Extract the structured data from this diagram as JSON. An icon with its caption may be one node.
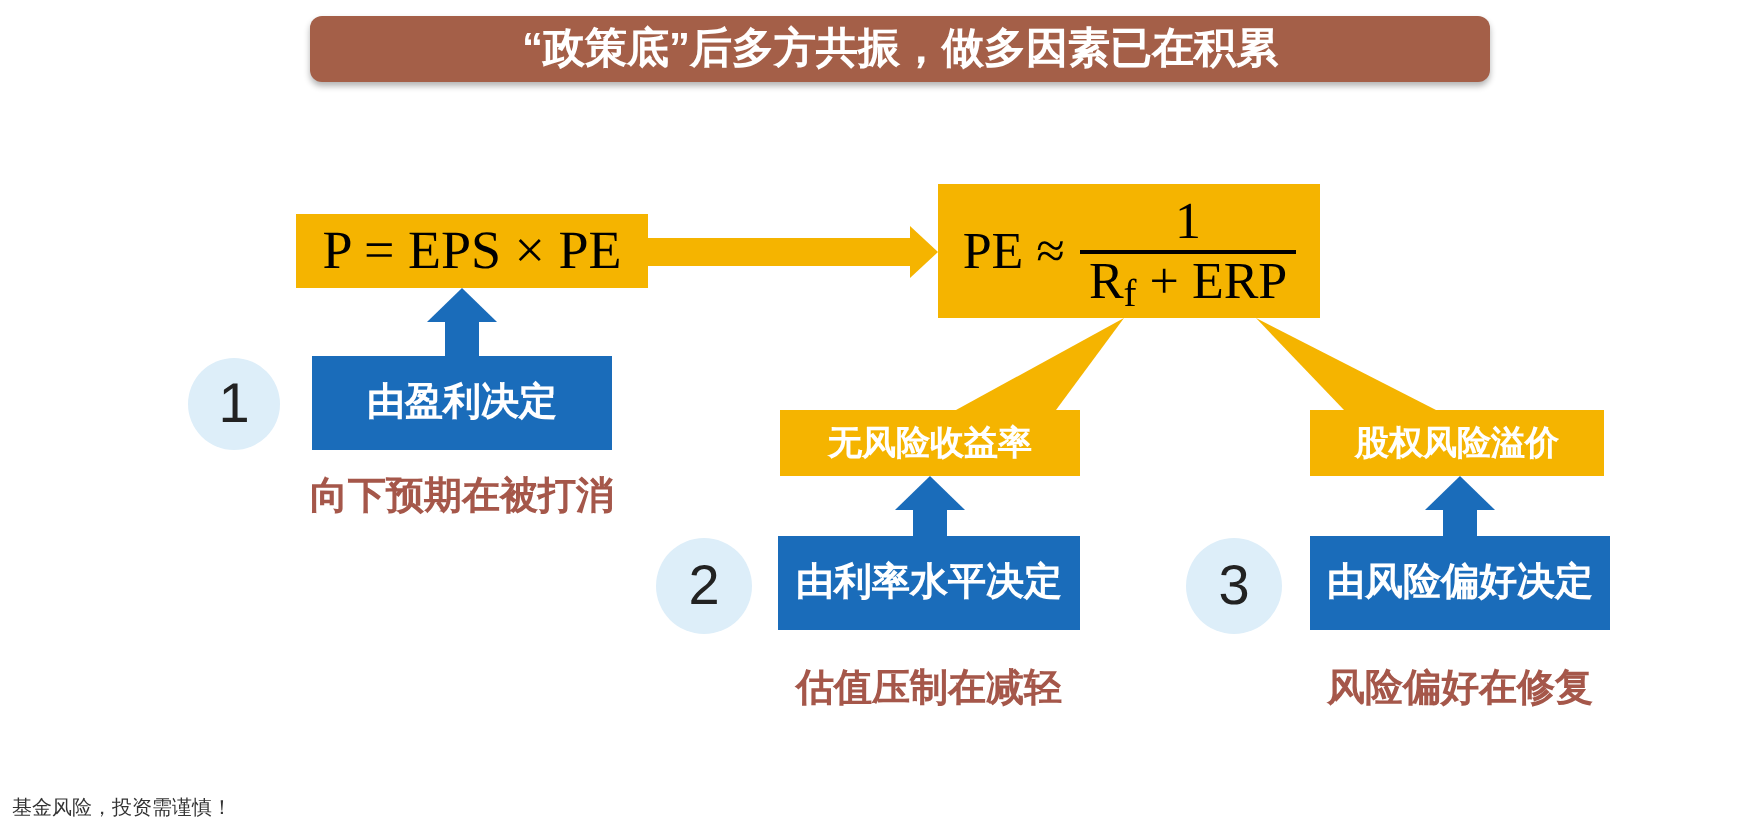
{
  "diagram": {
    "title": "“政策底”后多方共振，做多因素已在积累",
    "nodes": [
      {
        "text": [
          "P = EPS × PE"
        ]
      },
      {
        "text": [
          "PE ≈",
          "1",
          "R$_{f}$ + ERP"
        ]
      },
      {
        "text": [
          "1"
        ]
      },
      {
        "text": [
          "由盈利决定"
        ],
        "beside": [
          "向下预期在被打消"
        ]
      },
      {
        "text": [
          "无风险收益率"
        ]
      },
      {
        "text": [
          "股权风险溢价"
        ]
      },
      {
        "text": [
          "2"
        ]
      },
      {
        "text": [
          "由利率水平决定"
        ],
        "beside": [
          "估值压制在减轻"
        ]
      },
      {
        "text": [
          "3"
        ]
      },
      {
        "text": [
          "由风险偏好决定"
        ],
        "beside": [
          "风险偏好在修复"
        ]
      }
    ],
    "edges": [
      {
        "from": 0,
        "to": 1,
        "arrow": "to",
        "color": "#f5b400"
      },
      {
        "from": 3,
        "to": 0,
        "arrow": "to",
        "color": "#1a6cba"
      },
      {
        "from": 1,
        "to": 4,
        "arrow": "none",
        "color": "#f5b400"
      },
      {
        "from": 1,
        "to": 5,
        "arrow": "none",
        "color": "#f5b400"
      },
      {
        "from": 7,
        "to": 4,
        "arrow": "to",
        "color": "#1a6cba"
      },
      {
        "from": 9,
        "to": 5,
        "arrow": "to",
        "color": "#1a6cba"
      }
    ],
    "labels": [
      "基金风险，投资需谨慎！"
    ]
  }
}
